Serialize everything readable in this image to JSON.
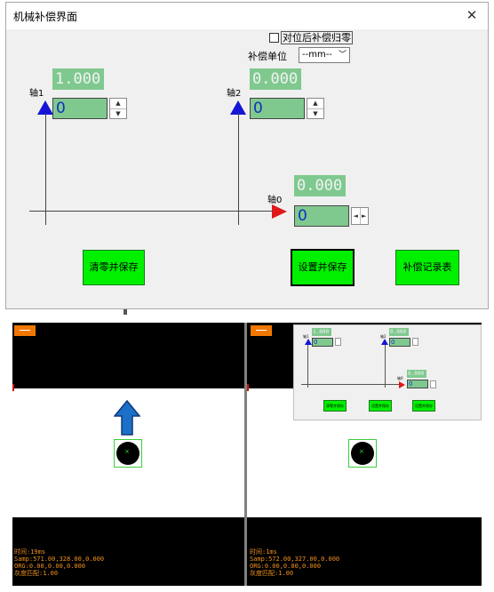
{
  "dialog": {
    "title": "机械补偿界面",
    "close_glyph": "✕",
    "checkbox_label": "对位后补偿归零",
    "unit_label": "补偿单位",
    "unit_value": "--mm--",
    "axis1": {
      "label": "轴1",
      "value": "1.000",
      "input": "0"
    },
    "axis2": {
      "label": "轴2",
      "value": "0.000",
      "input": "0"
    },
    "axis0": {
      "label": "轴0",
      "value": "0.000",
      "input": "0"
    },
    "buttons": {
      "clear_save": "清零并保存",
      "set_save": "设置并保存",
      "comp_log": "补偿记录表"
    }
  },
  "camera_left": {
    "info": [
      "时间:19ms",
      "Samp:571.00,328.00,0.000",
      "ORG:0.00,0.00,0.000",
      "灰度匹配:1.00"
    ]
  },
  "camera_right": {
    "info": [
      "时间:1ms",
      "Samp:572.00,327.00,0.000",
      "ORG:0.00,0.00,0.000",
      "灰度匹配:1.00"
    ]
  },
  "mini_dialog": {
    "axis1_label": "轴1",
    "axis1_value": "1.000",
    "axis1_input": "0",
    "axis2_label": "轴2",
    "axis2_value": "0.000",
    "axis2_input": "0",
    "axis0_label": "轴0",
    "axis0_value": "0.000",
    "axis0_input": "0",
    "buttons": [
      "清零并保存",
      "设置并保存",
      "设置并保存"
    ]
  },
  "icons": {
    "spin_up": "▲",
    "spin_down": "▼",
    "spin_left": "◄",
    "spin_right": "►",
    "chevron_down": "﹀",
    "target_mark": "×"
  },
  "colors": {
    "value_bg": "#7fc98f",
    "button_green": "#00f000",
    "axis_blue": "#1515d8",
    "axis_red": "#e01818",
    "orange": "#f07800"
  }
}
